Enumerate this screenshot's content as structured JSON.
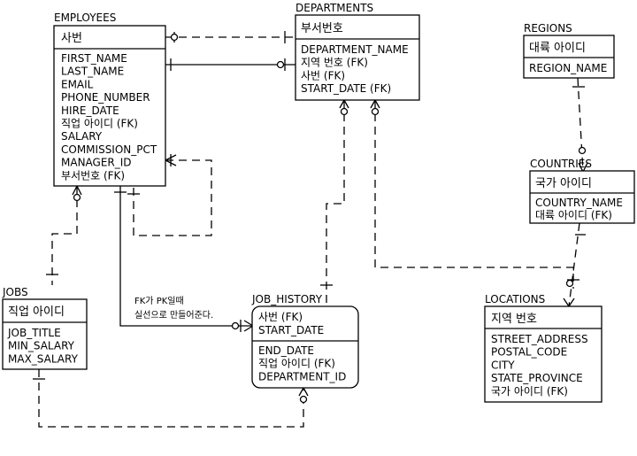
{
  "entities": {
    "employees": {
      "name": "EMPLOYEES",
      "pk": [
        "사번"
      ],
      "columns": [
        "FIRST_NAME",
        "LAST_NAME",
        "EMAIL",
        "PHONE_NUMBER",
        "HIRE_DATE",
        "직업 아이디 (FK)",
        "SALARY",
        "COMMISSION_PCT",
        "MANAGER_ID",
        "부서번호 (FK)"
      ]
    },
    "departments": {
      "name": "DEPARTMENTS",
      "pk": [
        "부서번호"
      ],
      "columns": [
        "DEPARTMENT_NAME",
        "지역 번호 (FK)",
        "사번 (FK)",
        "START_DATE (FK)"
      ]
    },
    "regions": {
      "name": "REGIONS",
      "pk": [
        "대륙 아이디"
      ],
      "columns": [
        "REGION_NAME"
      ]
    },
    "countries": {
      "name": "COUNTRIES",
      "pk": [
        "국가 아이디"
      ],
      "columns": [
        "COUNTRY_NAME",
        "대륙 아이디 (FK)"
      ]
    },
    "jobs": {
      "name": "JOBS",
      "pk": [
        "직업 아이디"
      ],
      "columns": [
        "JOB_TITLE",
        "MIN_SALARY",
        "MAX_SALARY"
      ]
    },
    "job_history": {
      "name": "JOB_HISTORY",
      "pk": [
        "사번 (FK)",
        "START_DATE"
      ],
      "columns": [
        "END_DATE",
        "직업 아이디 (FK)",
        "DEPARTMENT_ID"
      ]
    },
    "locations": {
      "name": "LOCATIONS",
      "pk": [
        "지역 번호"
      ],
      "columns": [
        "STREET_ADDRESS",
        "POSTAL_CODE",
        "CITY",
        "STATE_PROVINCE",
        "국가 아이디 (FK)"
      ]
    }
  },
  "annotation": {
    "line1": "FK가 PK일때",
    "line2": "실선으로 만들어준다."
  }
}
